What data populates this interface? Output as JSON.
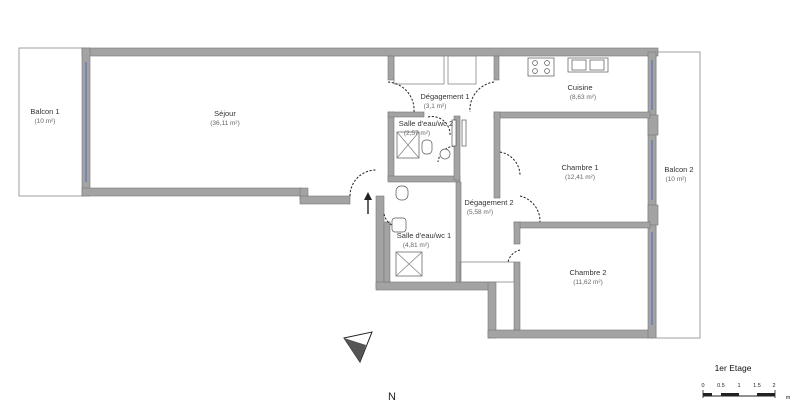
{
  "rooms": {
    "balcon1": {
      "name": "Balcon 1",
      "area": "(10 m²)"
    },
    "sejour": {
      "name": "Séjour",
      "area": "(36,11 m²)"
    },
    "degagement1": {
      "name": "Dégagement 1",
      "area": "(3,1 m²)"
    },
    "sde_wc2": {
      "name": "Salle d'eau/wc 2",
      "area": "(2,57 m²)"
    },
    "cuisine": {
      "name": "Cuisine",
      "area": "(8,63 m²)"
    },
    "chambre1": {
      "name": "Chambre 1",
      "area": "(12,41 m²)"
    },
    "balcon2": {
      "name": "Balcon 2",
      "area": "(10 m²)"
    },
    "degagement2": {
      "name": "Dégagement 2",
      "area": "(5,58 m²)"
    },
    "sde_wc1": {
      "name": "Salle d'eau/wc 1",
      "area": "(4,81 m²)"
    },
    "chambre2": {
      "name": "Chambre 2",
      "area": "(11,62 m²)"
    }
  },
  "floor_label": "1er Etage",
  "north_label": "N",
  "scale": {
    "ticks": [
      "0",
      "0.5",
      "1",
      "1.5",
      "2"
    ],
    "unit": "m"
  },
  "colors": {
    "wall": "#a3a3a3",
    "window": "#6b7fb8",
    "text": "#333333"
  }
}
